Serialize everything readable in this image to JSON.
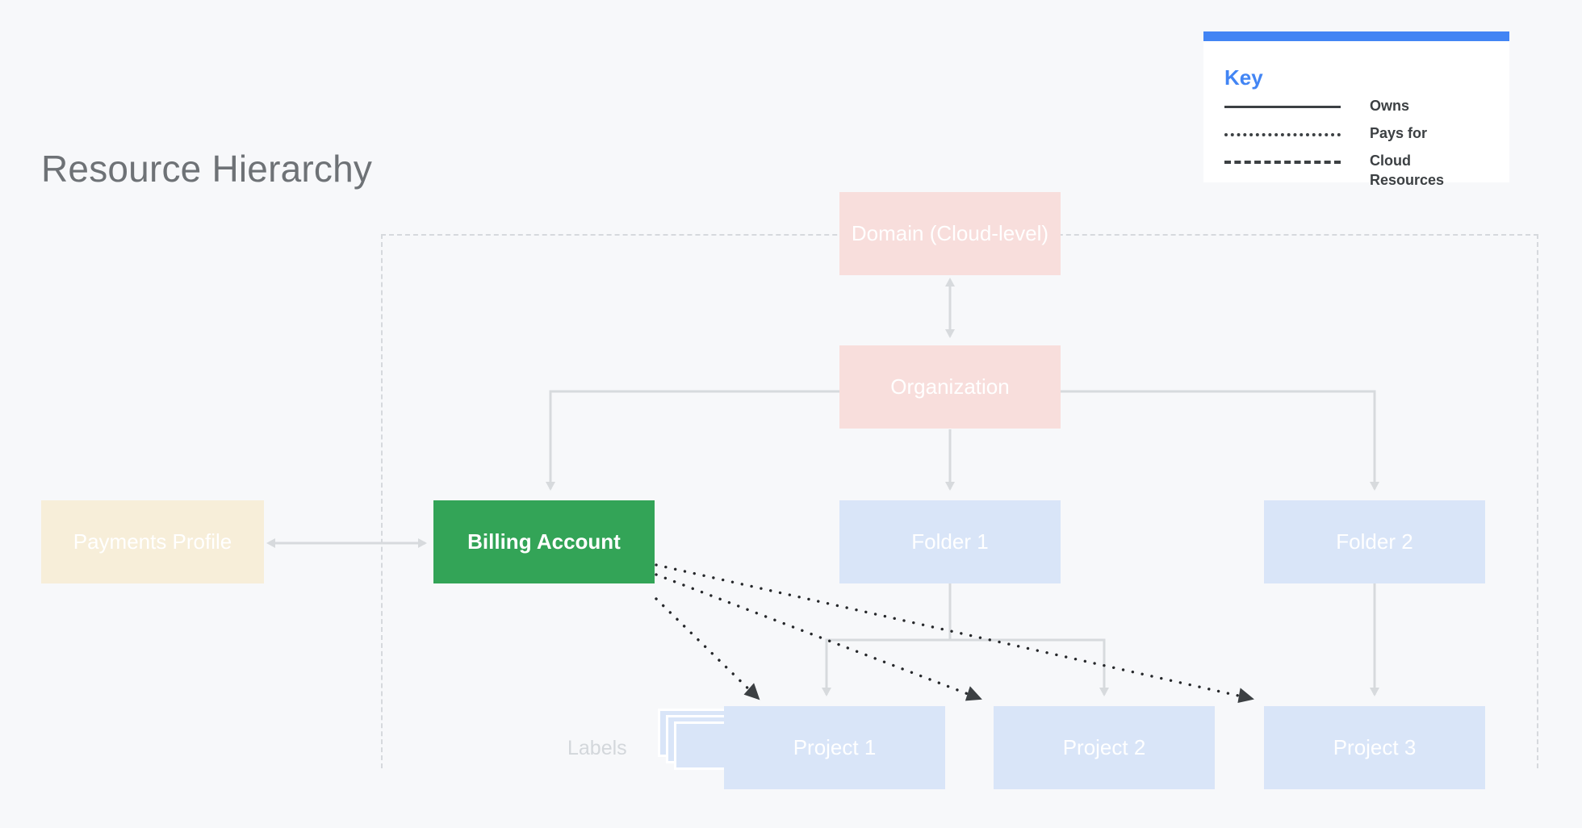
{
  "page": {
    "title": "Resource Hierarchy",
    "background_color": "#f7f8fa"
  },
  "key": {
    "title": "Key",
    "accent_color": "#4285f4",
    "rows": [
      {
        "style": "solid",
        "label": "Owns"
      },
      {
        "style": "dotted",
        "label": "Pays for"
      },
      {
        "style": "dashed",
        "label": "Cloud\nResources"
      }
    ]
  },
  "nodes": {
    "domain": {
      "label": "Domain (Cloud-level)",
      "color": "#f8dedc"
    },
    "organization": {
      "label": "Organization",
      "color": "#f8dedc"
    },
    "billing": {
      "label": "Billing Account",
      "color": "#33a457"
    },
    "payments": {
      "label": "Payments Profile",
      "color": "#f7eed9"
    },
    "folder1": {
      "label": "Folder 1",
      "color": "#d9e5f8"
    },
    "folder2": {
      "label": "Folder 2",
      "color": "#d9e5f8"
    },
    "project1": {
      "label": "Project 1",
      "color": "#d9e5f8"
    },
    "project2": {
      "label": "Project 2",
      "color": "#d9e5f8"
    },
    "project3": {
      "label": "Project 3",
      "color": "#d9e5f8"
    },
    "labels": {
      "label": "Labels"
    }
  },
  "connections": [
    {
      "from": "domain",
      "to": "organization",
      "type": "owns",
      "bidirectional": true
    },
    {
      "from": "payments",
      "to": "billing",
      "type": "owns",
      "bidirectional": true
    },
    {
      "from": "organization",
      "to": "billing",
      "type": "owns"
    },
    {
      "from": "organization",
      "to": "folder1",
      "type": "owns"
    },
    {
      "from": "organization",
      "to": "folder2",
      "type": "owns"
    },
    {
      "from": "folder1",
      "to": "project1",
      "type": "owns"
    },
    {
      "from": "folder1",
      "to": "project2",
      "type": "owns"
    },
    {
      "from": "folder2",
      "to": "project3",
      "type": "owns"
    },
    {
      "from": "billing",
      "to": "project1",
      "type": "pays-for"
    },
    {
      "from": "billing",
      "to": "project2",
      "type": "pays-for"
    },
    {
      "from": "billing",
      "to": "project3",
      "type": "pays-for"
    }
  ]
}
